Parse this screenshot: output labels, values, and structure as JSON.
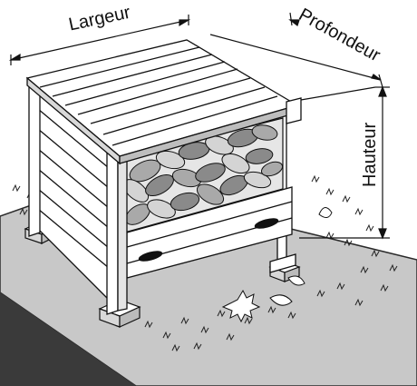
{
  "labels": {
    "width": "Largeur",
    "depth": "Profondeur",
    "height": "Hauteur"
  },
  "colors": {
    "ink": "#111111",
    "ground": "#c8c8c8",
    "ground_edge": "#2a2a2a",
    "wood": "#ffffff",
    "shade": "#bdbdbd",
    "leaf_dark": "#8a8a8a",
    "leaf_light": "#d4d4d4",
    "leaf_mid": "#a9a9a9"
  }
}
